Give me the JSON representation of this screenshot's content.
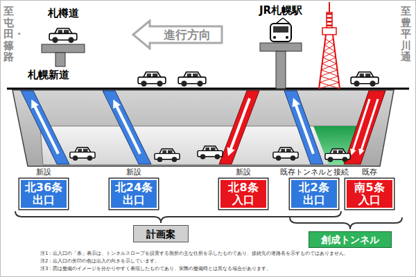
{
  "diagram": {
    "nodes": [
      {
        "text": [
          "進行方向"
        ]
      },
      {
        "text": [
          "新設",
          "北36条 出口"
        ]
      },
      {
        "text": [
          "新設",
          "北24条 出口"
        ]
      },
      {
        "text": [
          "新設",
          "北8条 入口"
        ]
      },
      {
        "text": [
          "既存トンネルと接続",
          "北2条 出口"
        ]
      },
      {
        "text": [
          "既存",
          "南5条 入口"
        ]
      },
      {
        "text": [
          "計画案"
        ]
      },
      {
        "text": [
          "創成トンネル"
        ]
      }
    ],
    "labels": [
      "至屯田・篠路",
      "札樽道",
      "札幌新道",
      "JR札幌駅",
      "至豊平川通",
      "注1：出入口の「条」表示は、トンネルスロープを設置する箇所の主な住所を示したものであり、接続先の道路名を示すものではありません。",
      "注2：出入口の矢印の色は出入の向きを示しています。",
      "注3：図は整備のイメージを分かりやすく表現したものであり、実際の整備時とは異なる場合があります。"
    ]
  }
}
